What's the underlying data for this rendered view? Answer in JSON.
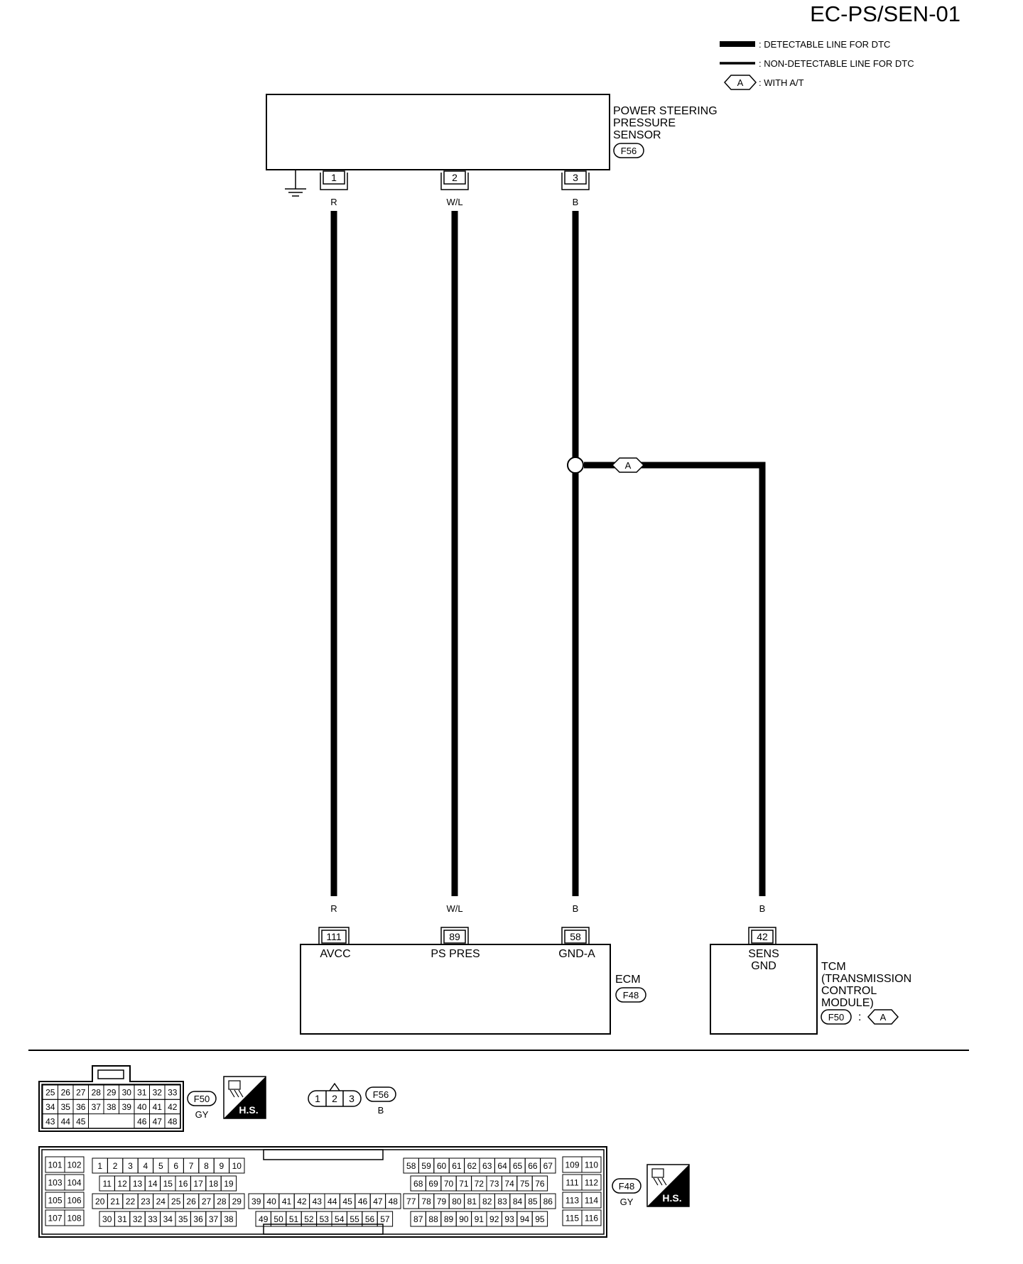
{
  "page_id": "EC-PS/SEN-01",
  "legend": {
    "detectable": ": DETECTABLE LINE FOR DTC",
    "non_detectable": ": NON-DETECTABLE LINE FOR DTC",
    "tag": "A",
    "with_at": ": WITH A/T"
  },
  "sensor": {
    "name_lines": [
      "POWER STEERING",
      "PRESSURE",
      "SENSOR"
    ],
    "connector": "F56",
    "pins": [
      "1",
      "2",
      "3"
    ],
    "wire_colors": [
      "R",
      "W/L",
      "B"
    ]
  },
  "ecm": {
    "name": "ECM",
    "connector": "F48",
    "pins": [
      "111",
      "89",
      "58"
    ],
    "pin_labels": [
      "AVCC",
      "PS PRES",
      "GND-A"
    ],
    "wire_colors": [
      "R",
      "W/L",
      "B"
    ]
  },
  "tcm": {
    "name_lines": [
      "TCM",
      "(TRANSMISSION",
      "CONTROL",
      "MODULE)"
    ],
    "connector": "F50",
    "colon": ":",
    "tag": "A",
    "pin": "42",
    "pin_label_lines": [
      "SENS",
      "GND"
    ],
    "wire_color": "B"
  },
  "splice_tag": "A",
  "connector_views": {
    "f50": {
      "id": "F50",
      "color": "GY",
      "hs": "H.S.",
      "rows": [
        [
          "25",
          "26",
          "27",
          "28",
          "29",
          "30",
          "31",
          "32",
          "33"
        ],
        [
          "34",
          "35",
          "36",
          "37",
          "38",
          "39",
          "40",
          "41",
          "42"
        ],
        [
          "43",
          "44",
          "45",
          "",
          "",
          "",
          "46",
          "47",
          "48"
        ]
      ]
    },
    "f56": {
      "id": "F56",
      "color": "B",
      "pins": [
        "1",
        "2",
        "3"
      ]
    },
    "f48": {
      "id": "F48",
      "color": "GY",
      "hs": "H.S.",
      "left": [
        [
          "101",
          "102"
        ],
        [
          "103",
          "104"
        ],
        [
          "105",
          "106"
        ],
        [
          "107",
          "108"
        ]
      ],
      "g1": [
        [
          "1",
          "2",
          "3",
          "4",
          "5",
          "6",
          "7",
          "8",
          "9",
          "10"
        ],
        [
          "11",
          "12",
          "13",
          "14",
          "15",
          "16",
          "17",
          "18",
          "19"
        ],
        [
          "20",
          "21",
          "22",
          "23",
          "24",
          "25",
          "26",
          "27",
          "28",
          "29"
        ],
        [
          "30",
          "31",
          "32",
          "33",
          "34",
          "35",
          "36",
          "37",
          "38"
        ]
      ],
      "g2": [
        [
          "39",
          "40",
          "41",
          "42",
          "43",
          "44",
          "45",
          "46",
          "47",
          "48"
        ],
        [
          "49",
          "50",
          "51",
          "52",
          "53",
          "54",
          "55",
          "56",
          "57"
        ]
      ],
      "g3": [
        [
          "58",
          "59",
          "60",
          "61",
          "62",
          "63",
          "64",
          "65",
          "66",
          "67"
        ],
        [
          "68",
          "69",
          "70",
          "71",
          "72",
          "73",
          "74",
          "75",
          "76"
        ],
        [
          "77",
          "78",
          "79",
          "80",
          "81",
          "82",
          "83",
          "84",
          "85",
          "86"
        ],
        [
          "87",
          "88",
          "89",
          "90",
          "91",
          "92",
          "93",
          "94",
          "95"
        ]
      ],
      "right": [
        [
          "109",
          "110"
        ],
        [
          "111",
          "112"
        ],
        [
          "113",
          "114"
        ],
        [
          "115",
          "116"
        ]
      ]
    }
  }
}
